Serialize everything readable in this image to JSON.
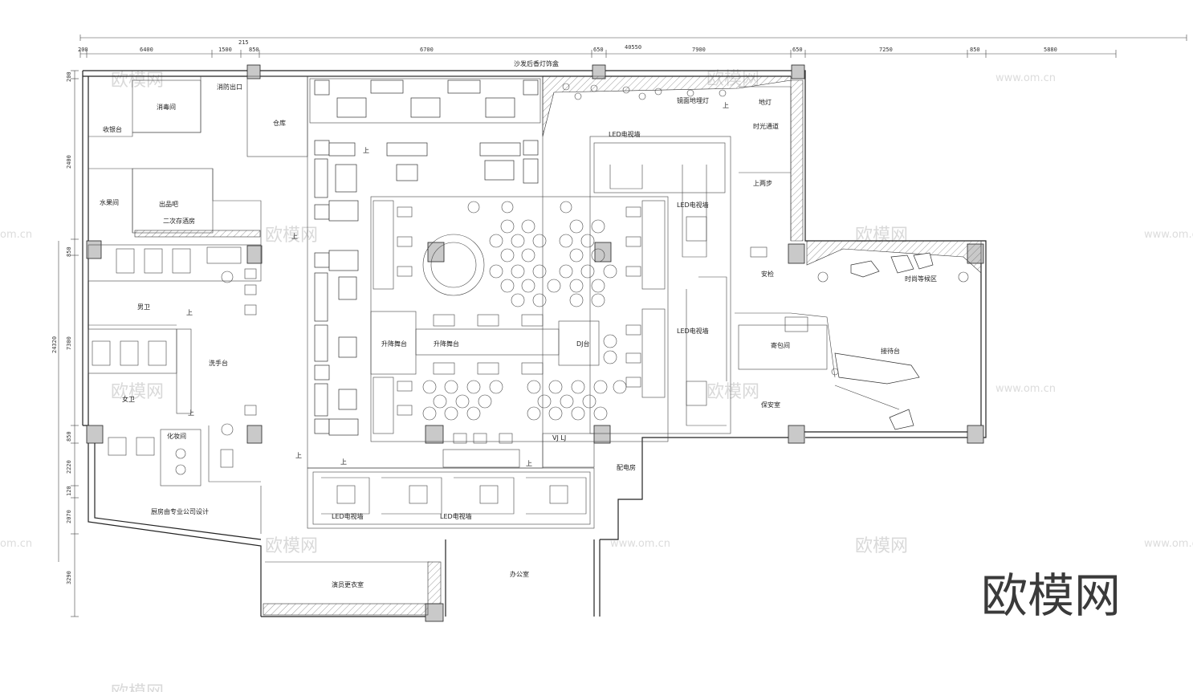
{
  "dimensions": {
    "top": [
      "200",
      "6400",
      "215",
      "1500",
      "850",
      "6700",
      "650",
      "40550",
      "7900",
      "650",
      "7250",
      "850",
      "5880"
    ],
    "left": [
      "200",
      "2400",
      "850",
      "7300",
      "24320",
      "850",
      "2220",
      "120",
      "2070",
      "3290"
    ]
  },
  "rooms": [
    {
      "id": "xfc",
      "text": "消防出口"
    },
    {
      "id": "xdj",
      "text": "消毒间"
    },
    {
      "id": "sst",
      "text": "收银台"
    },
    {
      "id": "cl",
      "text": "仓库"
    },
    {
      "id": "sfg",
      "text": "水果间"
    },
    {
      "id": "cpb",
      "text": "出品吧"
    },
    {
      "id": "ecj",
      "text": "二次存酒房"
    },
    {
      "id": "nw",
      "text": "男卫"
    },
    {
      "id": "nv",
      "text": "女卫"
    },
    {
      "id": "xst",
      "text": "洗手台"
    },
    {
      "id": "hzj",
      "text": "化妆间"
    },
    {
      "id": "cf",
      "text": "厨房由专业公司设计"
    },
    {
      "id": "yyg",
      "text": "演员更衣室"
    },
    {
      "id": "bgs",
      "text": "办公室"
    },
    {
      "id": "pdf",
      "text": "配电房"
    },
    {
      "id": "sjwt1",
      "text": "升降舞台"
    },
    {
      "id": "sjwt2",
      "text": "升降舞台"
    },
    {
      "id": "dj",
      "text": "DJ台"
    },
    {
      "id": "vjlj",
      "text": "VJ LJ"
    },
    {
      "id": "sfhd",
      "text": "沙发后香灯饰盒"
    },
    {
      "id": "led1",
      "text": "LED电视墙"
    },
    {
      "id": "led2",
      "text": "LED电视墙"
    },
    {
      "id": "led3",
      "text": "LED电视墙"
    },
    {
      "id": "led4",
      "text": "LED电视墙"
    },
    {
      "id": "led5",
      "text": "LED电视墙"
    },
    {
      "id": "ynsd",
      "text": "镜面地埋灯"
    },
    {
      "id": "dd",
      "text": "地灯"
    },
    {
      "id": "sgtd",
      "text": "时光通道"
    },
    {
      "id": "slb",
      "text": "上两步"
    },
    {
      "id": "aj",
      "text": "安检"
    },
    {
      "id": "sshq",
      "text": "时尚等候区"
    },
    {
      "id": "jdt",
      "text": "接待台"
    },
    {
      "id": "jbj",
      "text": "寄包间"
    },
    {
      "id": "bas",
      "text": "保安室"
    }
  ],
  "up_markers": {
    "text": "上"
  },
  "watermark": {
    "text": "欧模网",
    "url": "www.om.cn",
    "url_fragment": "om.cn"
  },
  "logo": {
    "text": "欧模网"
  }
}
